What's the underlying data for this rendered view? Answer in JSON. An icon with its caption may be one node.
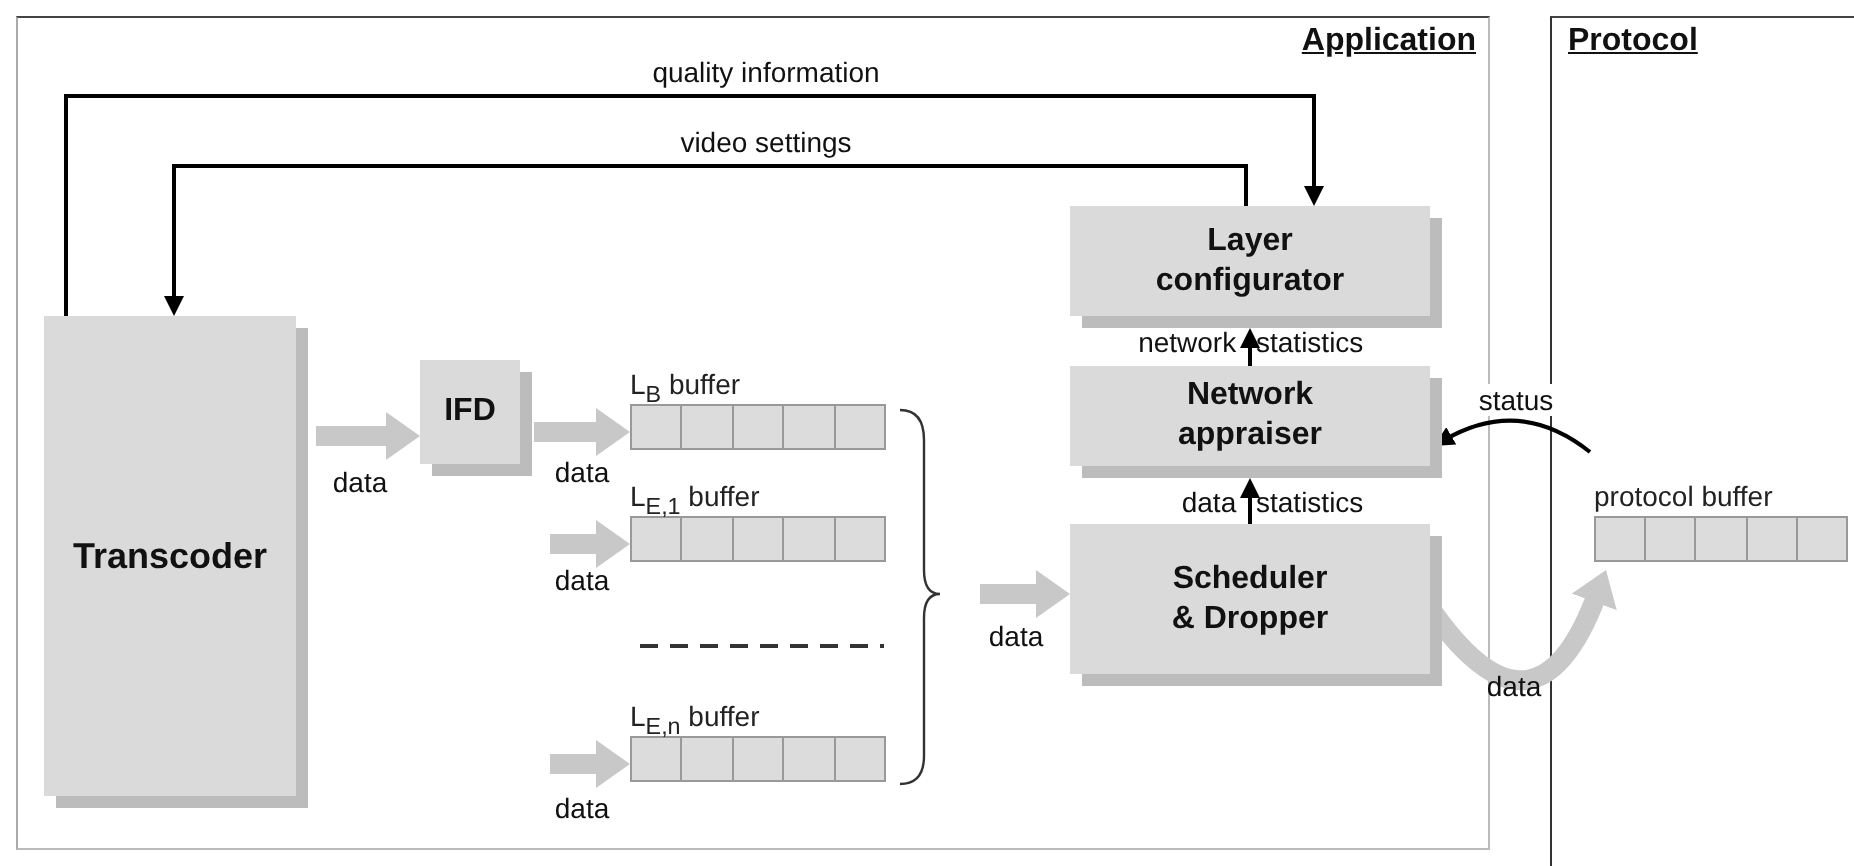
{
  "diagram": {
    "nodes": [
      {
        "text": [
          "Application"
        ]
      },
      {
        "text": [
          "Protocol"
        ]
      },
      {
        "text": [
          "Transcoder"
        ],
        "in": 0
      },
      {
        "text": [
          "IFD"
        ],
        "in": 0
      },
      {
        "text": [
          "L$_{B}$ buffer"
        ],
        "in": 0
      },
      {
        "text": [
          "L$_{E,1}$ buffer"
        ],
        "in": 0
      },
      {
        "text": [
          "L$_{E,n}$ buffer"
        ],
        "in": 0
      },
      {
        "text": [
          "Layer configurator"
        ],
        "in": 0
      },
      {
        "text": [
          "Network appraiser"
        ],
        "in": 0
      },
      {
        "text": [
          "Scheduler & Dropper"
        ],
        "in": 0
      },
      {
        "text": [
          "protocol buffer"
        ],
        "in": 1
      }
    ],
    "edges": [
      {
        "from": 2,
        "to": 7,
        "arrow": "to",
        "label": "quality information",
        "color": "#000000"
      },
      {
        "from": 7,
        "to": 2,
        "arrow": "to",
        "label": "video settings",
        "color": "#000000"
      },
      {
        "from": 2,
        "to": 3,
        "arrow": "to",
        "label": "data"
      },
      {
        "from": 3,
        "to": 4,
        "arrow": "to",
        "label": "data"
      },
      {
        "from": null,
        "to": 5,
        "arrow": "to",
        "label": "data"
      },
      {
        "from": null,
        "to": 6,
        "arrow": "to",
        "label": "data"
      },
      {
        "from": null,
        "to": 9,
        "arrow": "to",
        "label": "data"
      },
      {
        "from": 8,
        "to": 7,
        "arrow": "to",
        "label": "network statistics",
        "color": "#000000"
      },
      {
        "from": 9,
        "to": 8,
        "arrow": "to",
        "label": "data statistics",
        "color": "#000000"
      },
      {
        "from": 10,
        "to": 8,
        "arrow": "to",
        "label": "status",
        "color": "#000000"
      },
      {
        "from": 9,
        "to": 10,
        "arrow": "to",
        "label": "data"
      }
    ]
  }
}
